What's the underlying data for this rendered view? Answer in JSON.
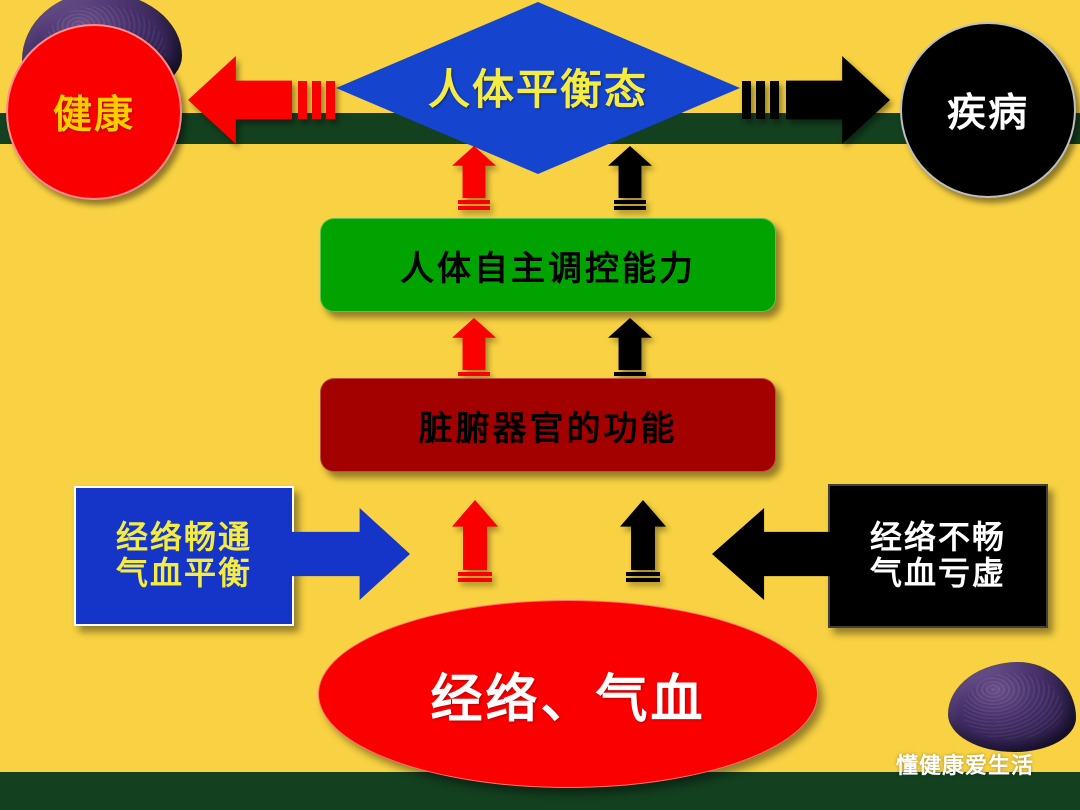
{
  "slide": {
    "background_color": "#f8d242",
    "band_color": "#13401f"
  },
  "nodes": {
    "health": {
      "label": "健康",
      "shape": "circle",
      "fill": "#fb0000",
      "text_color": "#ffcc00"
    },
    "disease": {
      "label": "疾病",
      "shape": "circle",
      "fill": "#000000",
      "text_color": "#ffffff"
    },
    "balance": {
      "label": "人体平衡态",
      "shape": "diamond",
      "fill": "#1544cf",
      "text_color": "#f4ec42"
    },
    "regulation": {
      "label": "人体自主调控能力",
      "shape": "rounded-rect",
      "fill": "#00a300",
      "text_color": "#000000"
    },
    "organs": {
      "label": "脏腑器官的功能",
      "shape": "rounded-rect",
      "fill": "#a30000",
      "text_color": "#000000"
    },
    "meridian": {
      "label": "经络、气血",
      "shape": "ellipse",
      "fill": "#fb0000",
      "text_color": "#ffffff"
    },
    "smooth": {
      "line1": "经络畅通",
      "line2": "气血平衡",
      "shape": "rect",
      "fill": "#1535c8",
      "text_color": "#f4ec42"
    },
    "blocked": {
      "line1": "经络不畅",
      "line2": "气血亏虚",
      "shape": "rect",
      "fill": "#000000",
      "text_color": "#ffffff"
    }
  },
  "arrows": {
    "to_health": {
      "direction": "left",
      "color": "#fb0000"
    },
    "to_disease": {
      "direction": "right",
      "color": "#000000"
    },
    "balance_up_red": {
      "direction": "up",
      "color": "#fb0000"
    },
    "balance_up_black": {
      "direction": "up",
      "color": "#000000"
    },
    "regulation_up_red": {
      "direction": "up",
      "color": "#fb0000"
    },
    "regulation_up_black": {
      "direction": "up",
      "color": "#000000"
    },
    "organs_up_red": {
      "direction": "up",
      "color": "#fb0000"
    },
    "organs_up_black": {
      "direction": "up",
      "color": "#000000"
    },
    "smooth_in": {
      "direction": "right",
      "color": "#1535c8"
    },
    "blocked_in": {
      "direction": "left",
      "color": "#000000"
    }
  },
  "watermark": {
    "text": "懂健康爱生活"
  }
}
